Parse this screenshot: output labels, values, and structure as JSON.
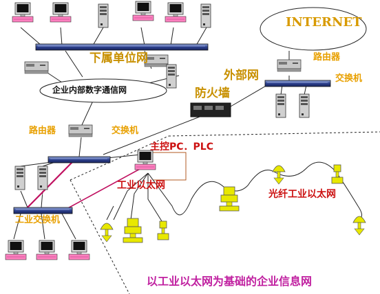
{
  "labels": {
    "subordinate_network": "下属单位网",
    "internet": "INTERNET",
    "router_top": "路由器",
    "switch_top": "交换机",
    "external_network": "外部网",
    "enterprise_comm_network": "企业内部数字通信网",
    "firewall": "防火墙",
    "router_mid": "路由器",
    "switch_mid": "交换机",
    "master_pc_plc": "主控PC．PLC",
    "industrial_ethernet": "工业以太网",
    "fiber_industrial_ethernet": "光纤工业以太网",
    "industrial_switch": "工业交换机",
    "caption": "以工业以太网为基础的企业信息网"
  },
  "colors": {
    "switch_blue": "#2b3f8c",
    "yellow_device": "#e8e800",
    "magenta_link": "#c01060",
    "pink_keyboard": "#ff80c0",
    "caption_purple": "#c020a0",
    "label_red": "#cc1111",
    "label_yellow": "#e8a000"
  }
}
